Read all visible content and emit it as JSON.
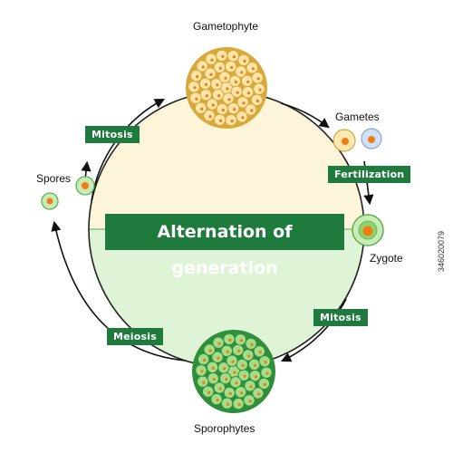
{
  "diagram": {
    "title": "Alternation of generation",
    "stages": {
      "gametophyte": "Gametophyte",
      "gametes": "Gametes",
      "zygote": "Zygote",
      "sporophytes": "Sporophytes",
      "spores": "Spores"
    },
    "processes": {
      "mitosis_top": "Mitosis",
      "fertilization": "Fertilization",
      "mitosis_bottom": "Mitosis",
      "meiosis": "Meiosis"
    },
    "colors": {
      "haploid_fill": "#fdf5d9",
      "diploid_fill": "#dff3d6",
      "label_bg": "#1f7a3d",
      "gametophyte_cell": "#fde4a8",
      "sporophyte_cell": "#a4dc8a",
      "nucleus": "#f07c16"
    }
  },
  "watermark": {
    "stock_id": "346020079"
  }
}
